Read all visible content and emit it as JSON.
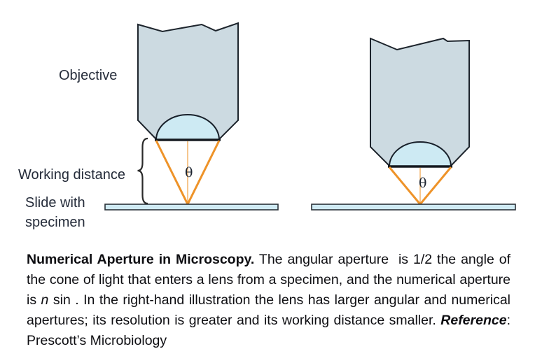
{
  "figure": {
    "labels": {
      "objective": "Objective",
      "working_distance": "Working distance",
      "slide_with_specimen": "Slide with specimen",
      "theta_left": "θ",
      "theta_right": "θ"
    },
    "colors": {
      "objective_body_fill": "#ccdae1",
      "lens_fill": "#cdeaf3",
      "slide_fill": "#cfeaf3",
      "outline": "#1d242c",
      "light_cone_orange": "#ee9329",
      "center_axis_orange": "#f2a852",
      "label_text": "#252c3a",
      "caption_text": "#0e0e12"
    }
  },
  "caption": {
    "bold_lead": "Numerical Aperture in Microscopy.",
    "body_1": " The angular aperture  is 1/2 the angle of the cone of light that enters a lens from a specimen, and the numerical aperture is ",
    "italic_n": "n",
    "body_2": " sin . In the right-hand illustration the lens has larger angular and numerical apertures; its resolution is greater and its working distance smaller. ",
    "reference_label": "Reference",
    "reference_separator": ": ",
    "source": "Prescott’s Microbiology"
  }
}
